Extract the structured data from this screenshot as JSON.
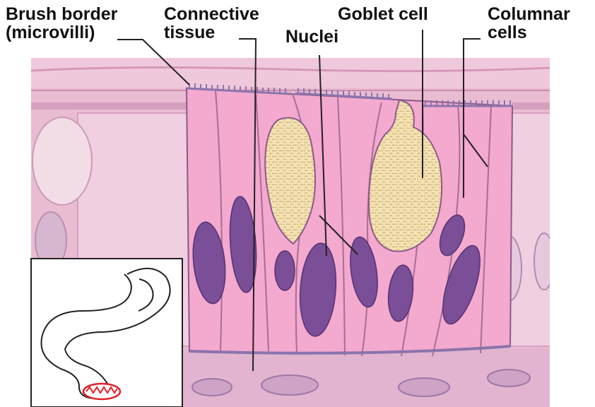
{
  "labels": {
    "brush_border_line1": "Brush border",
    "brush_border_line2": "(microvilli)",
    "connective_line1": "Connective",
    "connective_line2": "tissue",
    "nuclei": "Nuclei",
    "goblet_cell": "Goblet cell",
    "columnar_line1": "Columnar",
    "columnar_line2": "cells"
  },
  "colors": {
    "tissue_background": "#e8b8cf",
    "columnar_cell_fill": "#f4a9cf",
    "cell_outline": "#8b5b88",
    "nucleus": "#7b4e98",
    "goblet_mucus": "#f3e2b3",
    "brush_border": "#8b74ad",
    "leader_line": "#222222",
    "inset_highlight": "#e0202a"
  }
}
